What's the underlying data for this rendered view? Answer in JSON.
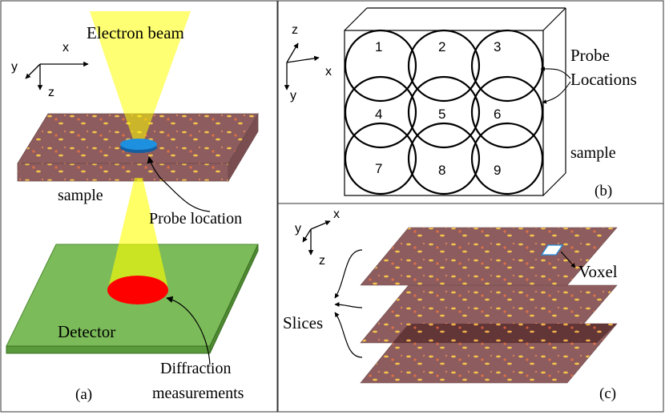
{
  "panel_a": {
    "tag": "(a)",
    "axes": {
      "x": "x",
      "y": "y",
      "z": "z"
    },
    "beam_label": "Electron beam",
    "sample_label": "sample",
    "probe_label": "Probe location",
    "detector_label": "Detector",
    "diffraction_line1": "Diffraction",
    "diffraction_line2": "measurements"
  },
  "panel_b": {
    "tag": "(b)",
    "axes": {
      "x": "x",
      "y": "y",
      "z": "z"
    },
    "probe_numbers": [
      "1",
      "2",
      "3",
      "4",
      "5",
      "6",
      "7",
      "8",
      "9"
    ],
    "probe_locations_line1": "Probe",
    "probe_locations_line2": "Locations",
    "sample_label": "sample"
  },
  "panel_c": {
    "tag": "(c)",
    "axes": {
      "x": "x",
      "y": "y",
      "z": "z"
    },
    "voxel_label": "Voxel",
    "slices_label": "Slices"
  },
  "colors": {
    "beam": "#ffff00",
    "probe": "#1e90e0",
    "diffraction_spot": "#ff0000",
    "detector": "#7cbb5a",
    "sample_base": "#8a5a5a",
    "sample_spot": "#ffd24d"
  }
}
